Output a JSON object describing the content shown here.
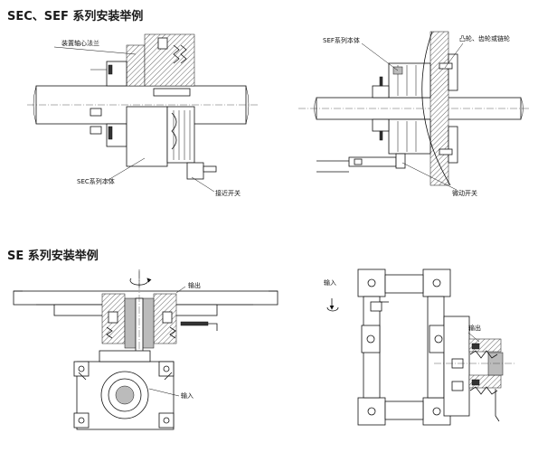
{
  "headings": {
    "sec_sef": "SEC、SEF 系列安装举例",
    "se": "SE 系列安装举例"
  },
  "labels": {
    "mounting_flange": "装置轴心法兰",
    "sec_body": "SEC系列本体",
    "proximity_switch_1": "接近开关",
    "sef_body": "SEF系列本体",
    "cam_gear_sprocket": "凸轮、齿轮或链轮",
    "micro_switch": "微动开关",
    "output_1": "输出",
    "input_1": "输入",
    "input_2": "输入",
    "output_2": "输出"
  }
}
